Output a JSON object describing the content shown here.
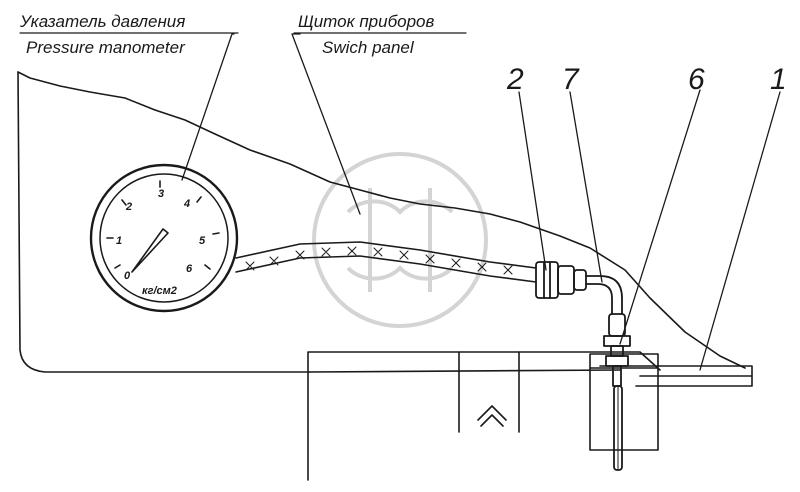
{
  "labels": {
    "gauge_ru": "Указатель давления",
    "gauge_en": "Pressure manometer",
    "panel_ru": "Щиток приборов",
    "panel_en": "Swich panel"
  },
  "callouts": [
    "2",
    "7",
    "6",
    "1"
  ],
  "gauge": {
    "scale": [
      "0",
      "1",
      "2",
      "3",
      "4",
      "5",
      "6"
    ],
    "unit": "кг/см2"
  },
  "colors": {
    "ink": "#1a1a1a",
    "watermark": "#d4d4d4",
    "background": "#ffffff"
  }
}
